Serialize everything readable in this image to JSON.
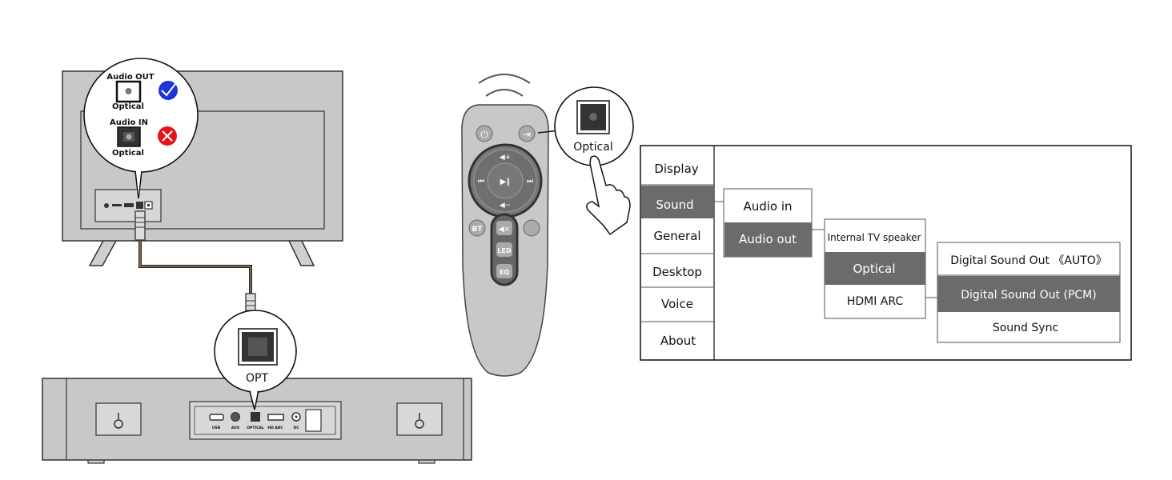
{
  "tv_callout": {
    "out_label": "Audio OUT",
    "out_port": "Optical",
    "in_label": "Audio IN",
    "in_port": "Optical",
    "ok_color": "#1a35d8",
    "bad_color": "#e0141c"
  },
  "soundbar": {
    "callout_label": "OPT",
    "ports": [
      "USB",
      "AUX",
      "OPTICAL",
      "HD ARC",
      "DC"
    ]
  },
  "remote": {
    "callout_label": "Optical",
    "buttons": [
      "BT",
      "LED",
      "EQ"
    ]
  },
  "menu": {
    "categories": [
      "Display",
      "Sound",
      "General",
      "Desktop",
      "Voice",
      "About"
    ],
    "selected_category": "Sound",
    "sound_options": [
      "Audio in",
      "Audio out"
    ],
    "selected_sound_option": "Audio out",
    "audio_out_options": [
      "Internal TV speaker",
      "Optical",
      "HDMI ARC"
    ],
    "selected_audio_out": "Optical",
    "optical_options": [
      "Digital Sound Out 《AUTO》",
      "Digital Sound Out (PCM)",
      "Sound Sync"
    ],
    "selected_optical_option": "Digital Sound Out (PCM)",
    "highlight_color": "#6b6b6b"
  }
}
